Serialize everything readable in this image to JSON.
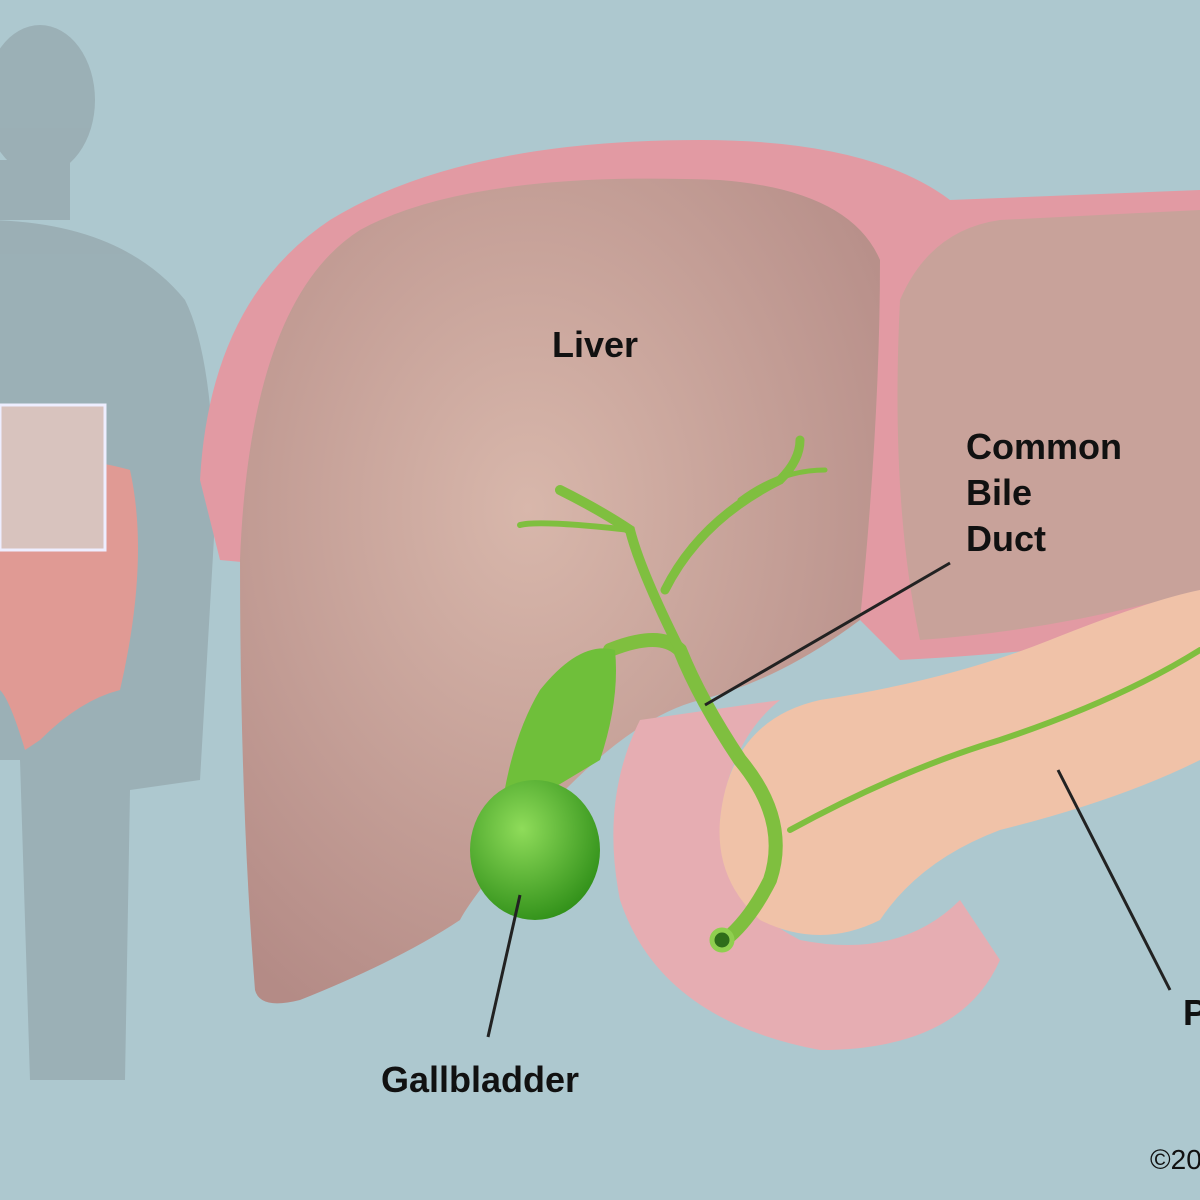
{
  "labels": {
    "liver": "Liver",
    "common_bile_duct": [
      "Common",
      "Bile",
      "Duct"
    ],
    "gallbladder": "Gallbladder",
    "pancreas_partial": "P"
  },
  "copyright": "©20",
  "colors": {
    "background": "#adc8cf",
    "liver": "#c9a39a",
    "liver_capsule": "#e29aa3",
    "bile_duct": "#7fbf3f",
    "gallbladder": "#4fae2a",
    "pancreas": "#f0c2a8",
    "duodenum": "#eab2b6",
    "silhouette": "#93a6ac"
  }
}
